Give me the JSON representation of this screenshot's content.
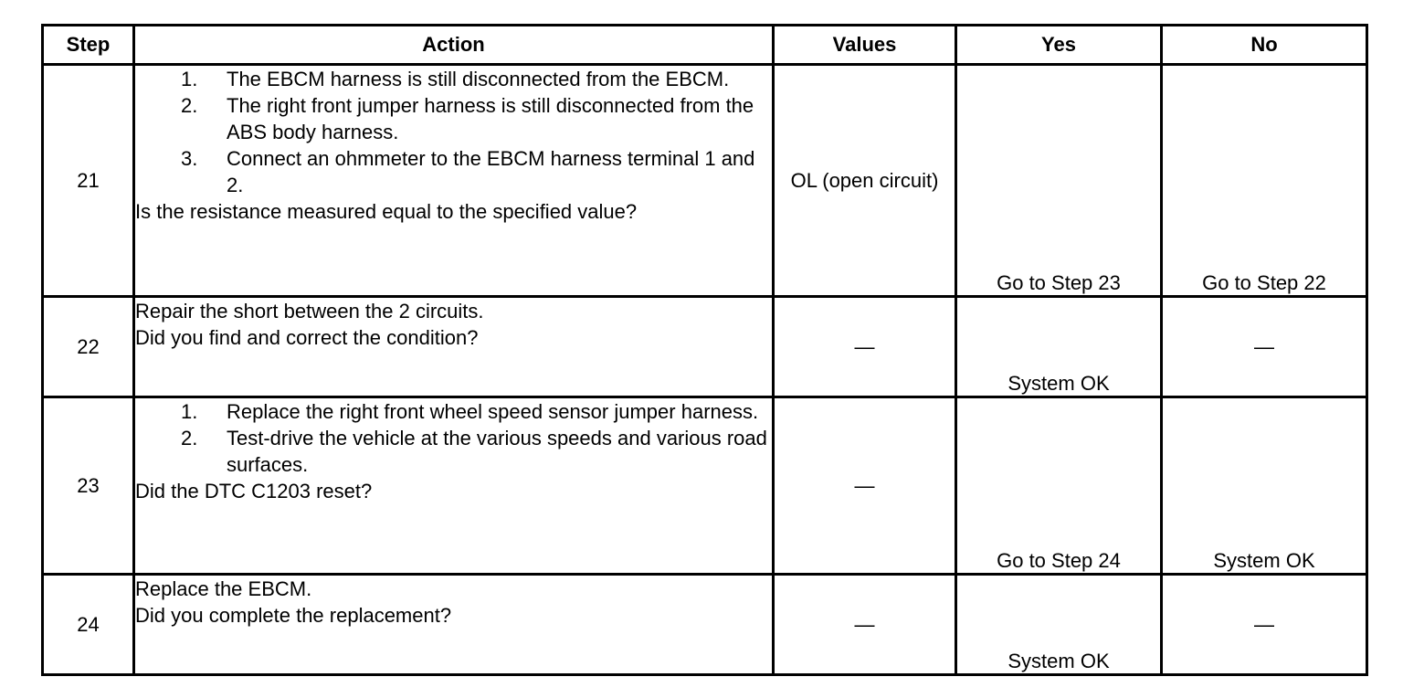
{
  "headers": {
    "step": "Step",
    "action": "Action",
    "values": "Values",
    "yes": "Yes",
    "no": "No"
  },
  "rows": [
    {
      "step": "21",
      "items": [
        {
          "num": "1.",
          "text": "The EBCM harness is still disconnected from the EBCM."
        },
        {
          "num": "2.",
          "text": "The right front jumper harness is still disconnected from the ABS body harness."
        },
        {
          "num": "3.",
          "text": "Connect an ohmmeter to the EBCM harness terminal 1 and 2."
        }
      ],
      "question": "Is the resistance measured equal to the specified value?",
      "values": "OL (open circuit)",
      "yes": "Go to Step 23",
      "no": "Go to Step 22"
    },
    {
      "step": "22",
      "instruction": "Repair the short between the 2 circuits.",
      "question": "Did you find and correct the condition?",
      "values": "—",
      "yes": "System OK",
      "no": "—"
    },
    {
      "step": "23",
      "items": [
        {
          "num": "1.",
          "text": "Replace the right front wheel speed sensor jumper harness."
        },
        {
          "num": "2.",
          "text": "Test-drive the vehicle at the various speeds and various road surfaces."
        }
      ],
      "question": "Did the DTC C1203 reset?",
      "values": "—",
      "yes": "Go to Step 24",
      "no": "System OK"
    },
    {
      "step": "24",
      "instruction": "Replace the EBCM.",
      "question": "Did you complete the replacement?",
      "values": "—",
      "yes": "System OK",
      "no": "—"
    }
  ]
}
